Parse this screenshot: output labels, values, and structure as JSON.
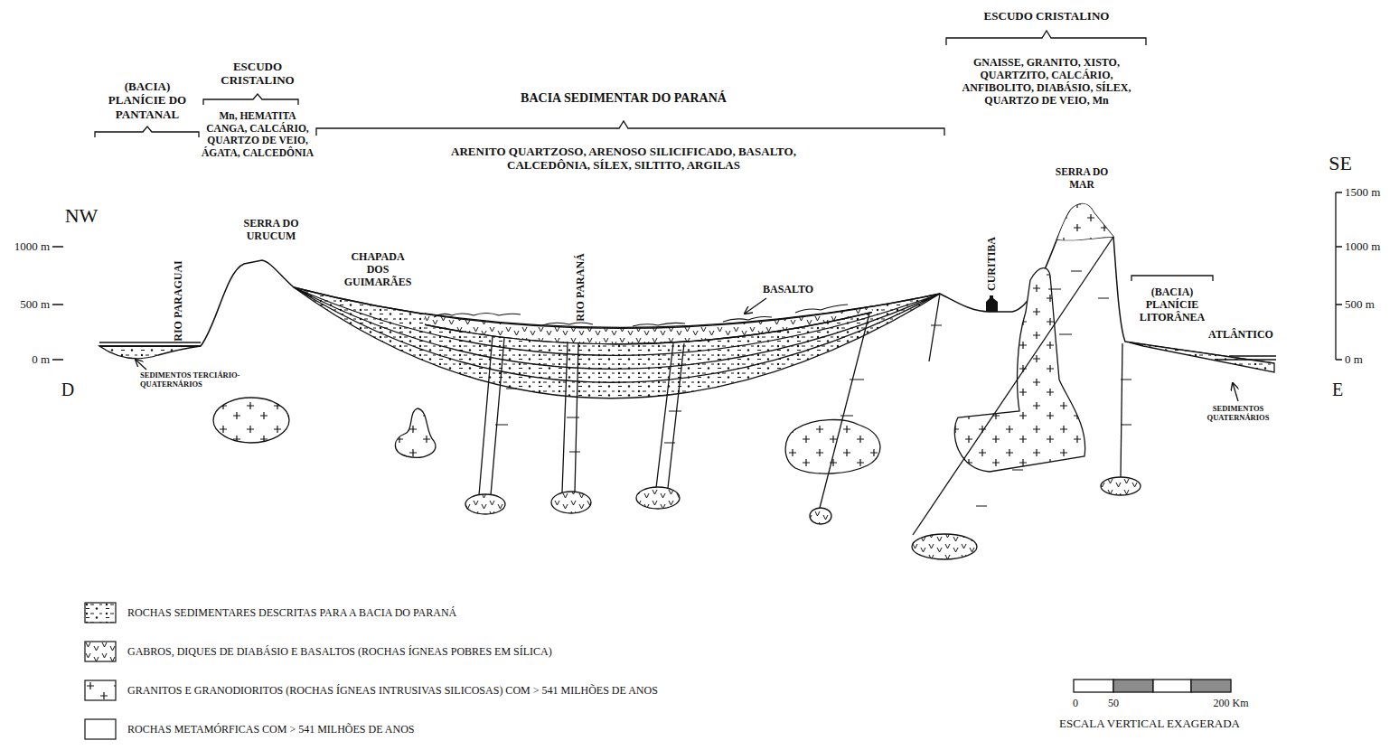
{
  "diagram": {
    "labels": [
      "(BACIA) PLANÍCIE DO PANTANAL",
      "ESCUDO CRISTALINO",
      "Mn, HEMATITA CANGA, CALCÁRIO, QUARTZO DE VEIO, ÁGATA, CALCEDÔNIA",
      "BACIA SEDIMENTAR DO PARANÁ",
      "ARENITO QUARTZOSO, ARENOSO SILICIFICADO, BASALTO, CALCEDÔNIA, SÍLEX, SILTITO, ARGILAS",
      "ESCUDO CRISTALINO",
      "GNAISSE, GRANITO, XISTO, QUARTZITO, CALCÁRIO, ANFIBOLITO, DIABÁSIO, SÍLEX, QUARTZO DE VEIO, Mn",
      "NW",
      "SE",
      "1000 m",
      "500 m",
      "0 m",
      "1500 m",
      "1000 m",
      "500 m",
      "0 m",
      "D",
      "E",
      "RIO PARAGUAI",
      "SERRA DO URUCUM",
      "CHAPADA DOS GUIMARÃES",
      "RIO PARANÁ",
      "BASALTO",
      "CURITIBA",
      "SERRA DO MAR",
      "(BACIA) PLANÍCIE LITORÂNEA",
      "ATLÂNTICO",
      "SEDIMENTOS TERCIÁRIO-QUATERNÁRIOS",
      "SEDIMENTOS QUATERNÁRIOS",
      "0",
      "50",
      "200 Km",
      "ESCALA VERTICAL EXAGERADA"
    ],
    "legend": [
      {
        "text": "ROCHAS SEDIMENTARES DESCRITAS PARA A BACIA DO PARANÁ"
      },
      {
        "text": "GABROS, DIQUES DE DIABÁSIO E BASALTOS (ROCHAS ÍGNEAS POBRES EM SÍLICA)"
      },
      {
        "text": "GRANITOS E GRANODIORITOS (ROCHAS ÍGNEAS INTRUSIVAS  SILICOSAS) COM > 541 MILHÕES DE ANOS"
      },
      {
        "text": "ROCHAS METAMÓRFICAS COM > 541 MILHÕES DE ANOS",
        "color": "#ffffff"
      }
    ]
  }
}
